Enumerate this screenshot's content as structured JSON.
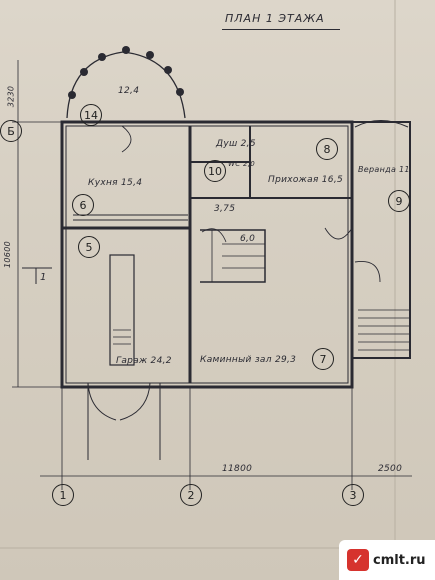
{
  "plan_title": "ПЛАН 1 ЭТАЖА",
  "rooms": [
    {
      "number": "14",
      "name": "",
      "area": "12,4"
    },
    {
      "number": "8",
      "name": "Прихожая",
      "area": "16,5"
    },
    {
      "number": "10",
      "name": "WC",
      "area": "2,0"
    },
    {
      "number": "6",
      "name": "Кухня",
      "area": "15,4"
    },
    {
      "number": "5",
      "name": "Гараж",
      "area": "24,2"
    },
    {
      "number": "7",
      "name": "Каминный зал",
      "area": "29,3"
    },
    {
      "number": "9",
      "name": "Веранда",
      "area": "11"
    }
  ],
  "shower_label": "Душ 2,5",
  "hall_area": "3,75",
  "stair_area": "6,0",
  "dimensions": {
    "overall_width": "11800",
    "right_width": "2500",
    "left_height": "10600",
    "top_height": "3230"
  },
  "axes": {
    "bottom": [
      "1",
      "2",
      "3"
    ],
    "left": [
      "Б"
    ],
    "section_mark": "1"
  },
  "watermark": {
    "logo_glyph": "✓",
    "text": "cmlt.ru"
  },
  "colors": {
    "paper": "#d6cfc2",
    "ink": "#2a2a32",
    "watermark_red": "#d6332e"
  }
}
